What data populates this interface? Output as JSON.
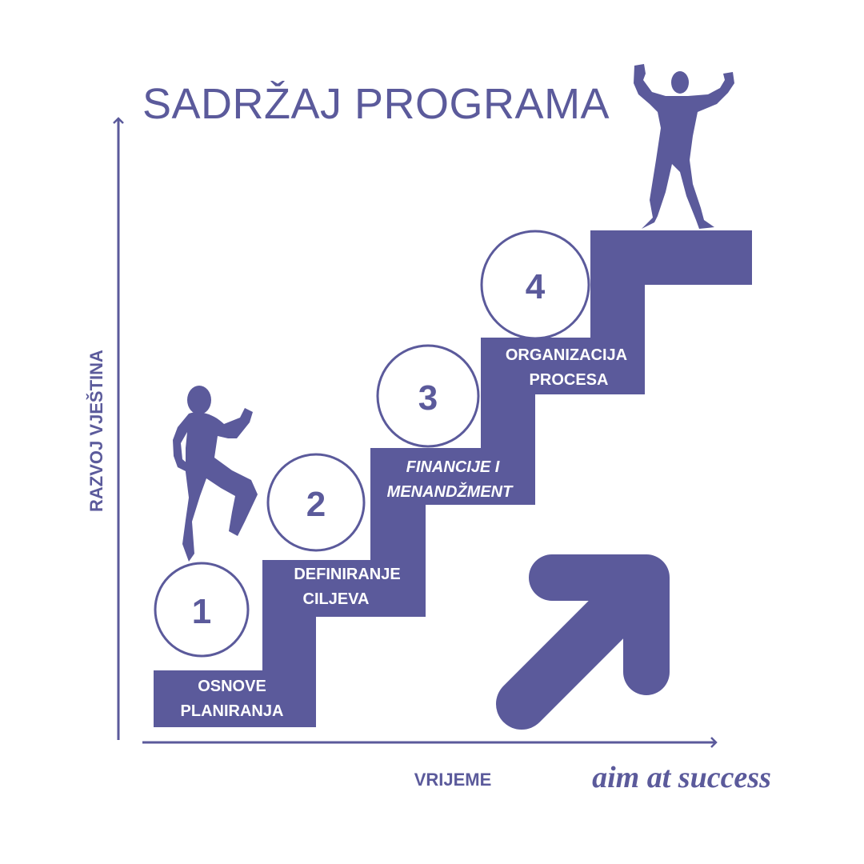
{
  "title": "SADRŽAJ PROGRAMA",
  "axes": {
    "y_label": "RAZVOJ VJEŠTINA",
    "x_label": "VRIJEME"
  },
  "steps": [
    {
      "number": "1",
      "label_lines": [
        "OSNOVE",
        "PLANIRANJA"
      ],
      "italic": false
    },
    {
      "number": "2",
      "label_lines": [
        "DEFINIRANJE",
        "CILJEVA"
      ],
      "italic": false
    },
    {
      "number": "3",
      "label_lines": [
        "FINANCIJE I",
        "MENANDŽMENT"
      ],
      "italic": true
    },
    {
      "number": "4",
      "label_lines": [
        "ORGANIZACIJA",
        "PROCESA"
      ],
      "italic": false
    }
  ],
  "tagline": "aim at success",
  "icons": [
    "running-person-icon",
    "celebrating-person-icon",
    "diagonal-arrow-icon"
  ],
  "colors": {
    "primary": "#5b5a9b",
    "background": "#ffffff"
  }
}
